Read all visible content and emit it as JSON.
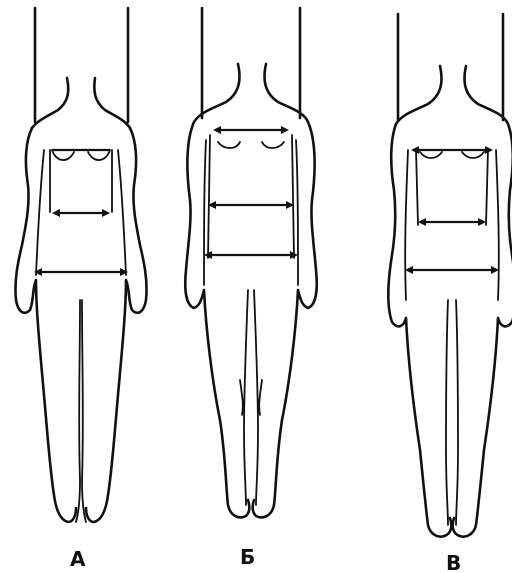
{
  "figures": [
    {
      "id": "a",
      "label": "А"
    },
    {
      "id": "b",
      "label": "Б"
    },
    {
      "id": "c",
      "label": "В"
    }
  ],
  "colors": {
    "ink": "#111111",
    "background": "#ffffff"
  }
}
